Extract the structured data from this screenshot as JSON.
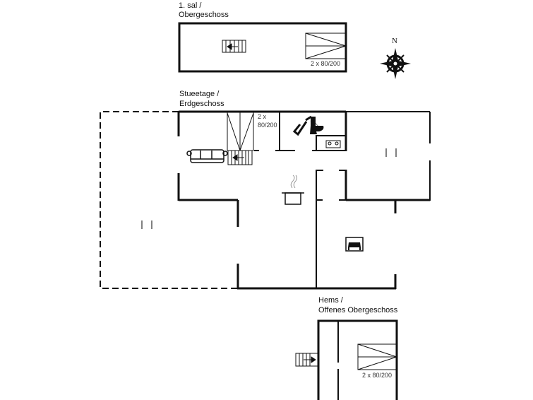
{
  "floors": {
    "upper": {
      "title_line1": "1. sal /",
      "title_line2": "Obergeschoss",
      "bed_label": "2 x 80/200"
    },
    "ground": {
      "title_line1": "Stueetage /",
      "title_line2": "Erdgeschoss",
      "bed_label_line1": "2 x",
      "bed_label_line2": "80/200"
    },
    "loft": {
      "title_line1": "Hems /",
      "title_line2": "Offenes Obergeschoss",
      "bed_label": "2 x 80/200"
    }
  },
  "compass": {
    "north_label": "N"
  },
  "colors": {
    "wall": "#111111",
    "background": "#ffffff"
  }
}
